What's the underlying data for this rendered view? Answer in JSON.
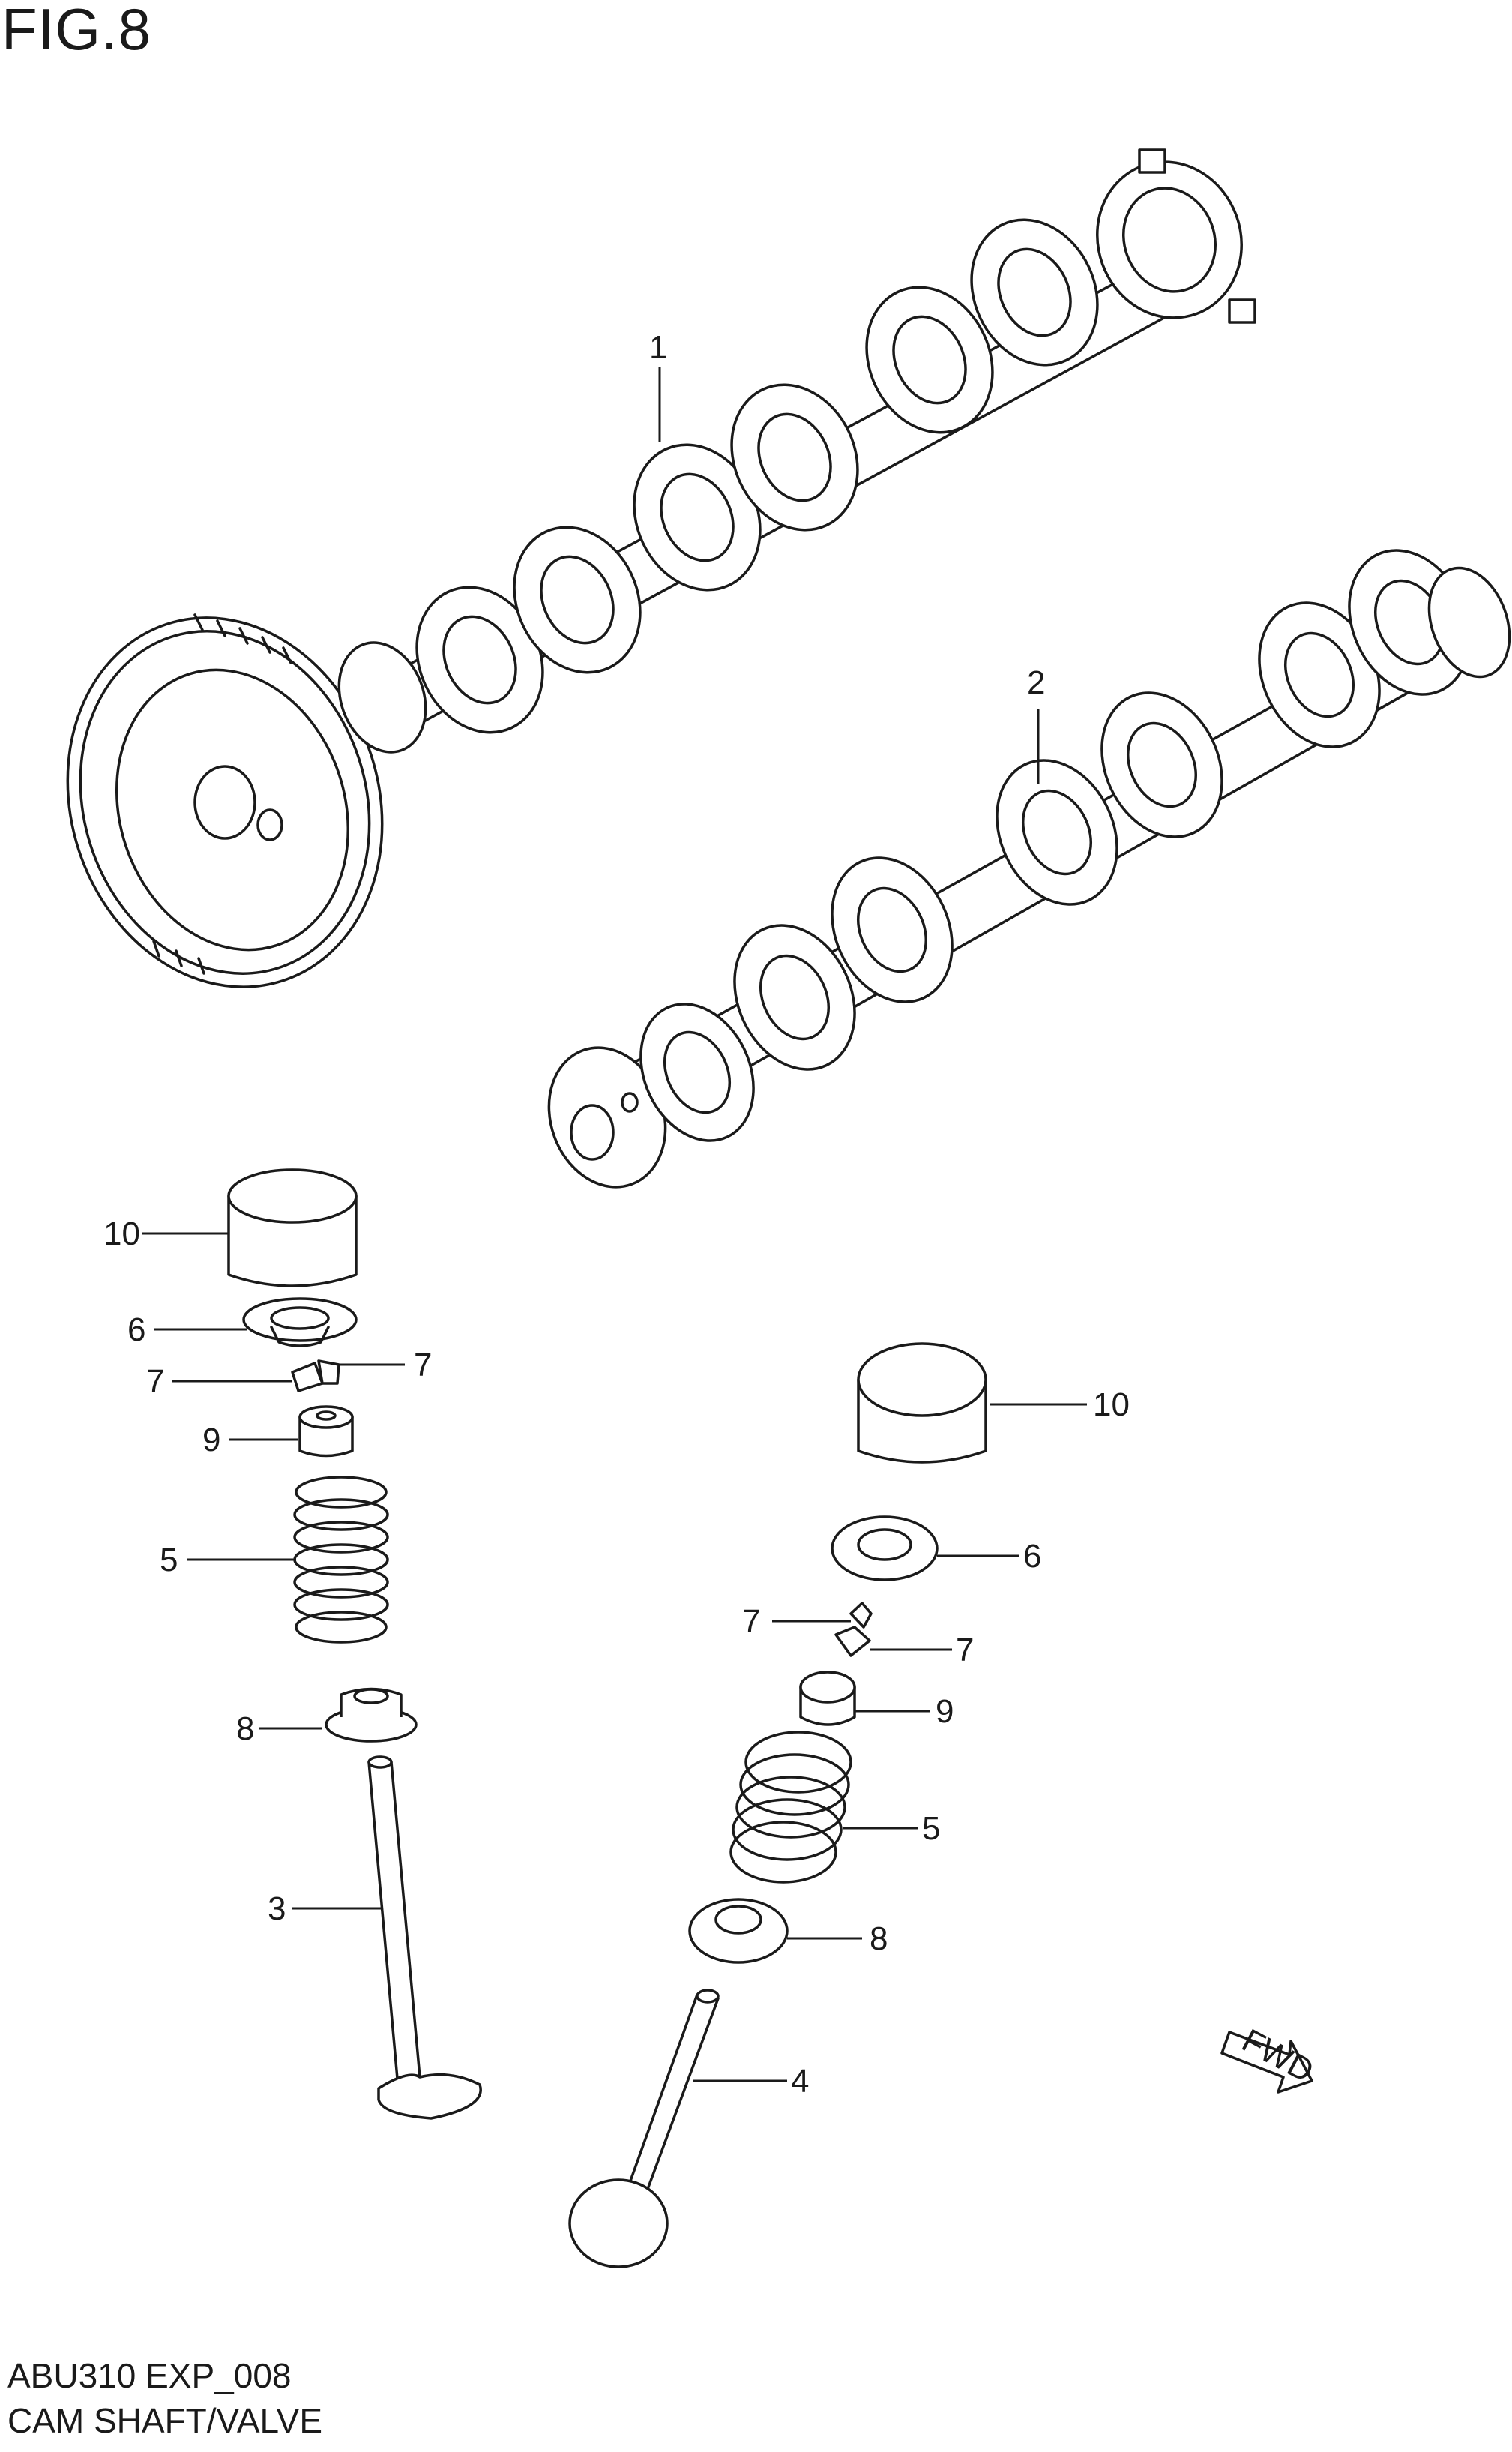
{
  "figure": {
    "title": "FIG.8"
  },
  "footer": {
    "code": "ABU310 EXP_008",
    "name": "CAM SHAFT/VALVE"
  },
  "direction_arrow": {
    "label": "FWD"
  },
  "callouts": [
    {
      "id": "c1",
      "label": "1"
    },
    {
      "id": "c2",
      "label": "2"
    },
    {
      "id": "c3",
      "label": "3"
    },
    {
      "id": "c4",
      "label": "4"
    },
    {
      "id": "c5a",
      "label": "5"
    },
    {
      "id": "c5b",
      "label": "5"
    },
    {
      "id": "c6a",
      "label": "6"
    },
    {
      "id": "c6b",
      "label": "6"
    },
    {
      "id": "c7a",
      "label": "7"
    },
    {
      "id": "c7b",
      "label": "7"
    },
    {
      "id": "c7c",
      "label": "7"
    },
    {
      "id": "c7d",
      "label": "7"
    },
    {
      "id": "c8a",
      "label": "8"
    },
    {
      "id": "c8b",
      "label": "8"
    },
    {
      "id": "c9a",
      "label": "9"
    },
    {
      "id": "c9b",
      "label": "9"
    },
    {
      "id": "c10a",
      "label": "10"
    },
    {
      "id": "c10b",
      "label": "10"
    }
  ]
}
